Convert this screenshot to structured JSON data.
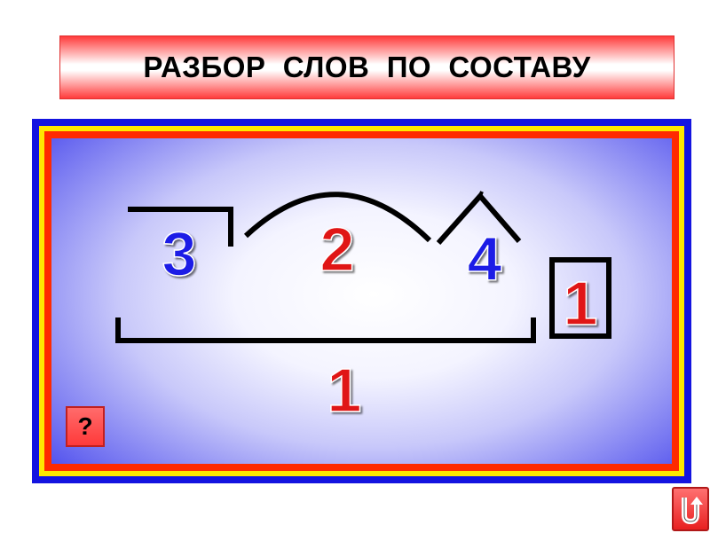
{
  "title": "РАЗБОР  СЛОВ  ПО  СОСТАВУ",
  "morphemes": {
    "prefix_number": "3",
    "root_number": "2",
    "suffix_number": "4",
    "ending_number": "1",
    "stem_number": "1"
  },
  "help_button": {
    "label": "?"
  },
  "return_button": {
    "icon": "return-arrow-icon"
  },
  "colors": {
    "blue_number": "#1a1ae6",
    "red_number": "#e01212",
    "frame_blue": "#1414e0",
    "frame_yellow": "#ffe800",
    "frame_red": "#ff2a00"
  }
}
